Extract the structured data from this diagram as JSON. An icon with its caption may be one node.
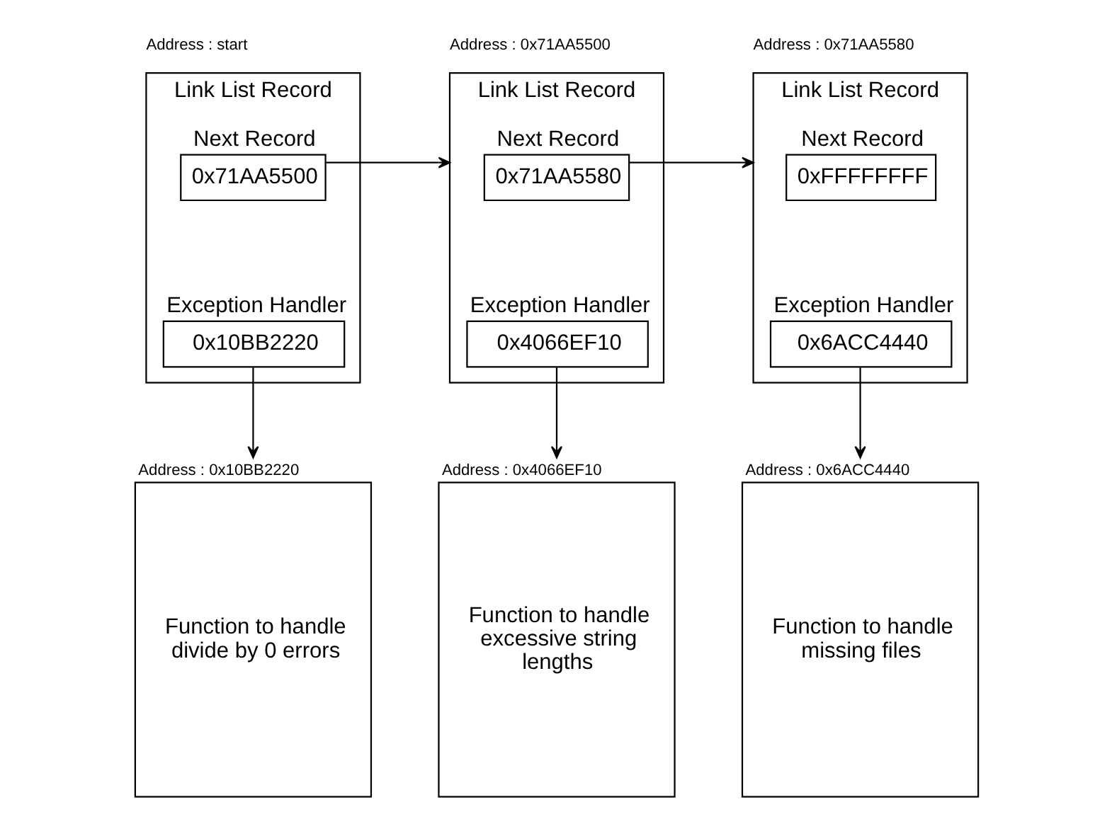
{
  "diagram": {
    "nodes": [
      {
        "text": [
          "Link List Record"
        ],
        "beside": [
          "Address : start"
        ]
      },
      {
        "text": [
          "Next Record",
          "0x71AA5500"
        ],
        "in": 0
      },
      {
        "text": [
          "Exception Handler",
          "0x10BB2220"
        ],
        "in": 0
      },
      {
        "text": [
          "Link List Record"
        ],
        "beside": [
          "Address : 0x71AA5500"
        ]
      },
      {
        "text": [
          "Next Record",
          "0x71AA5580"
        ],
        "in": 3
      },
      {
        "text": [
          "Exception Handler",
          "0x4066EF10"
        ],
        "in": 3
      },
      {
        "text": [
          "Link List Record"
        ],
        "beside": [
          "Address : 0x71AA5580"
        ]
      },
      {
        "text": [
          "Next Record",
          "0xFFFFFFFF"
        ],
        "in": 6
      },
      {
        "text": [
          "Exception Handler",
          "0x6ACC4440"
        ],
        "in": 6
      },
      {
        "text": [
          "Function to handle divide by 0 errors"
        ],
        "beside": [
          "Address : 0x10BB2220"
        ]
      },
      {
        "text": [
          "Function to handle excessive string lengths"
        ],
        "beside": [
          "Address : 0x4066EF10"
        ]
      },
      {
        "text": [
          "Function to handle missing files"
        ],
        "beside": [
          "Address : 0x6ACC4440"
        ]
      }
    ],
    "edges": [
      {
        "from": 1,
        "to": 3,
        "arrow": "to"
      },
      {
        "from": 4,
        "to": 6,
        "arrow": "to"
      },
      {
        "from": 2,
        "to": 9,
        "arrow": "to"
      },
      {
        "from": 5,
        "to": 10,
        "arrow": "to"
      },
      {
        "from": 8,
        "to": 11,
        "arrow": "to"
      }
    ]
  }
}
